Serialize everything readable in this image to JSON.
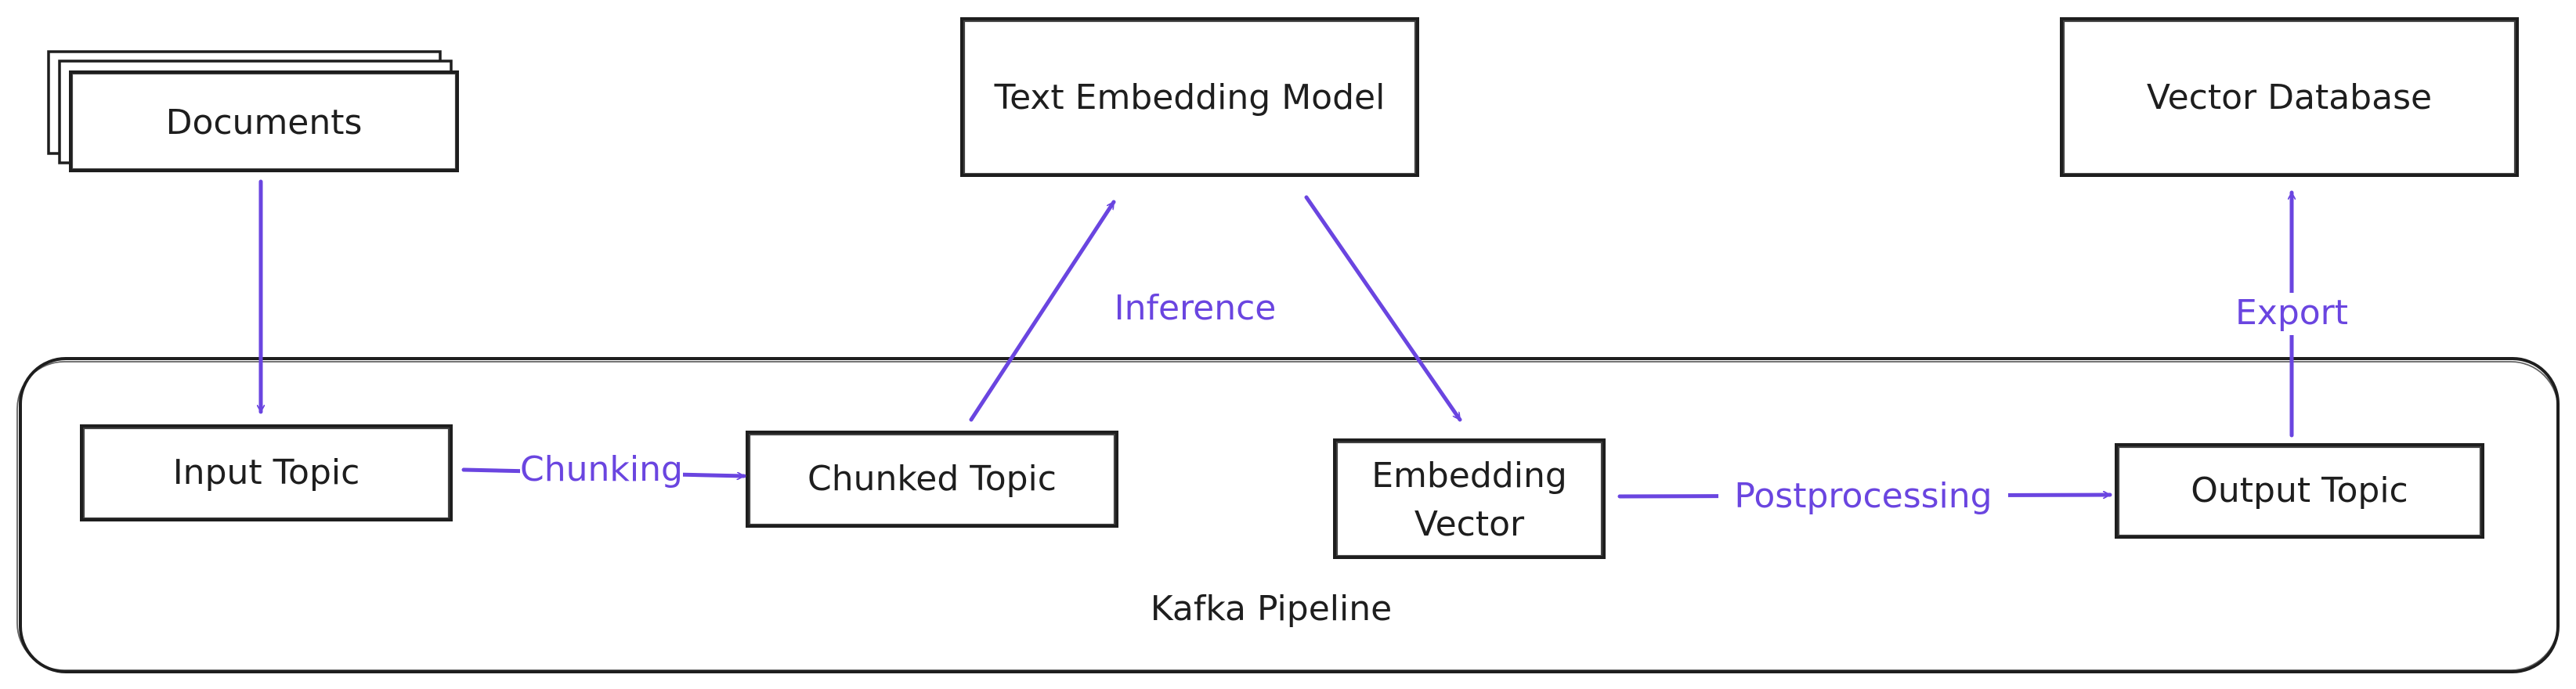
{
  "diagram": {
    "container": {
      "label": "Kafka Pipeline"
    },
    "nodes": {
      "documents": "Documents",
      "text_embedding_model": "Text Embedding Model",
      "vector_database": "Vector Database",
      "input_topic": "Input Topic",
      "chunked_topic": "Chunked Topic",
      "embedding_vector": [
        "Embedding",
        "Vector"
      ],
      "output_topic": "Output Topic"
    },
    "edges": {
      "chunking": "Chunking",
      "inference": "Inference",
      "postprocessing": "Postprocessing",
      "export": "Export"
    },
    "colors": {
      "stroke": "#1e1e1e",
      "accent": "#6a45e0",
      "background": "#ffffff"
    }
  }
}
